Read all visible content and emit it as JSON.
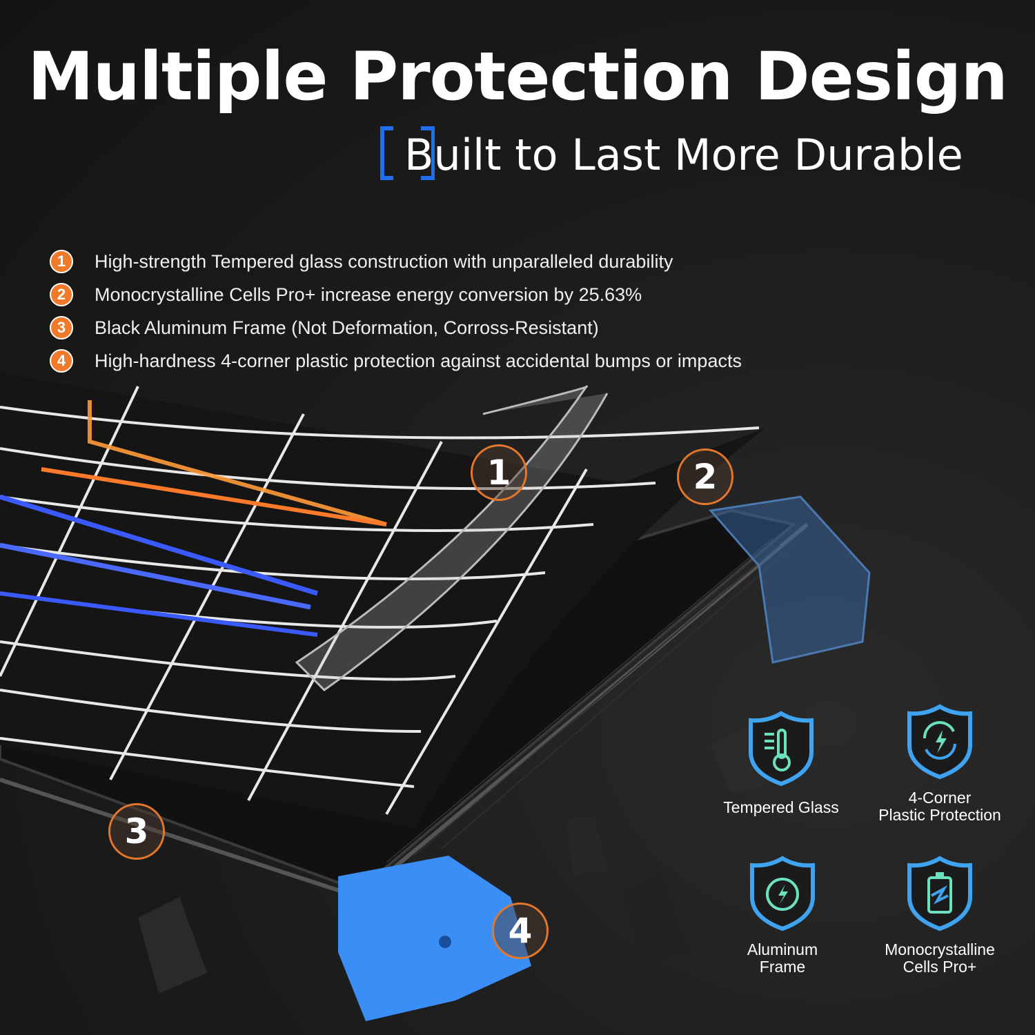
{
  "header": {
    "title": "Multiple Protection Design",
    "subtitle": "Built to Last More Durable"
  },
  "features": [
    {
      "number": "1",
      "text": "High-strength Tempered glass construction with unparalleled durability"
    },
    {
      "number": "2",
      "text": "Monocrystalline Cells Pro+ increase energy conversion by 25.63%"
    },
    {
      "number": "3",
      "text": "Black Aluminum Frame (Not Deformation, Corross-Resistant)"
    },
    {
      "number": "4",
      "text": "High-hardness 4-corner plastic protection against accidental bumps or impacts"
    }
  ],
  "callouts": [
    "1",
    "2",
    "3",
    "4"
  ],
  "badges": [
    {
      "icon": "thermometer-shield-icon",
      "label": "Tempered Glass"
    },
    {
      "icon": "refresh-bolt-shield-icon",
      "label_line1": "4-Corner",
      "label_line2": "Plastic Protection"
    },
    {
      "icon": "circle-bolt-shield-icon",
      "label_line1": "Aluminum",
      "label_line2": "Frame"
    },
    {
      "icon": "battery-shield-icon",
      "label_line1": "Monocrystalline",
      "label_line2": "Cells Pro+"
    }
  ],
  "colors": {
    "accent_orange": "#f07a2a",
    "accent_blue": "#1e6ff0",
    "corner_blue": "#3a8ef5",
    "icon_teal": "#6de0c0"
  }
}
